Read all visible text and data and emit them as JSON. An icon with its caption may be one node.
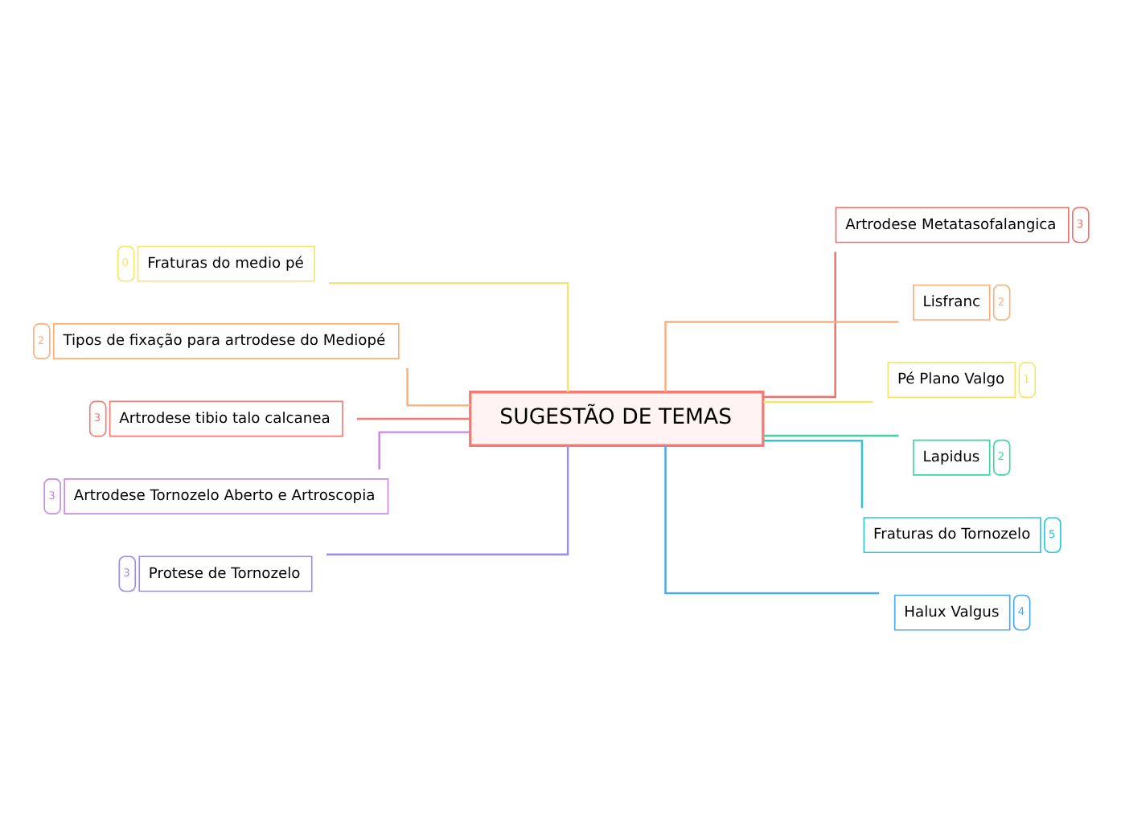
{
  "diagram": {
    "nodes": [
      {
        "text": [
          "SUGESTÃO DE TEMAS"
        ]
      },
      {
        "text": [
          "Fraturas do medio pé"
        ],
        "beside": [
          "0"
        ]
      },
      {
        "text": [
          "Tipos de fixação para artrodese do Mediopé"
        ],
        "beside": [
          "2"
        ]
      },
      {
        "text": [
          "Artrodese tibio talo calcanea"
        ],
        "beside": [
          "3"
        ]
      },
      {
        "text": [
          "Artrodese Tornozelo Aberto e Artroscopia"
        ],
        "beside": [
          "3"
        ]
      },
      {
        "text": [
          "Protese de Tornozelo"
        ],
        "beside": [
          "3"
        ]
      },
      {
        "text": [
          "Artrodese Metatasofalangica"
        ],
        "beside": [
          "3"
        ]
      },
      {
        "text": [
          "Lisfranc"
        ],
        "beside": [
          "2"
        ]
      },
      {
        "text": [
          "Pé Plano Valgo"
        ],
        "beside": [
          "1"
        ]
      },
      {
        "text": [
          "Lapidus"
        ],
        "beside": [
          "2"
        ]
      },
      {
        "text": [
          "Fraturas do Tornozelo"
        ],
        "beside": [
          "5"
        ]
      },
      {
        "text": [
          "Halux Valgus"
        ],
        "beside": [
          "4"
        ]
      }
    ],
    "edges": [
      {
        "from": 0,
        "to": 1,
        "arrow": "none",
        "color": "#f5e66a"
      },
      {
        "from": 0,
        "to": 2,
        "arrow": "none",
        "color": "#fbb07a"
      },
      {
        "from": 0,
        "to": 3,
        "arrow": "none",
        "color": "#f47a74"
      },
      {
        "from": 0,
        "to": 4,
        "arrow": "none",
        "color": "#c88ae8"
      },
      {
        "from": 0,
        "to": 5,
        "arrow": "none",
        "color": "#9f8cf0"
      },
      {
        "from": 0,
        "to": 6,
        "arrow": "none",
        "color": "#f2706a"
      },
      {
        "from": 0,
        "to": 7,
        "arrow": "none",
        "color": "#fbb07a"
      },
      {
        "from": 0,
        "to": 8,
        "arrow": "none",
        "color": "#f5e66a"
      },
      {
        "from": 0,
        "to": 9,
        "arrow": "none",
        "color": "#3dd6a0"
      },
      {
        "from": 0,
        "to": 10,
        "arrow": "none",
        "color": "#2cc8d6"
      },
      {
        "from": 0,
        "to": 11,
        "arrow": "none",
        "color": "#4aa8f0"
      }
    ]
  }
}
